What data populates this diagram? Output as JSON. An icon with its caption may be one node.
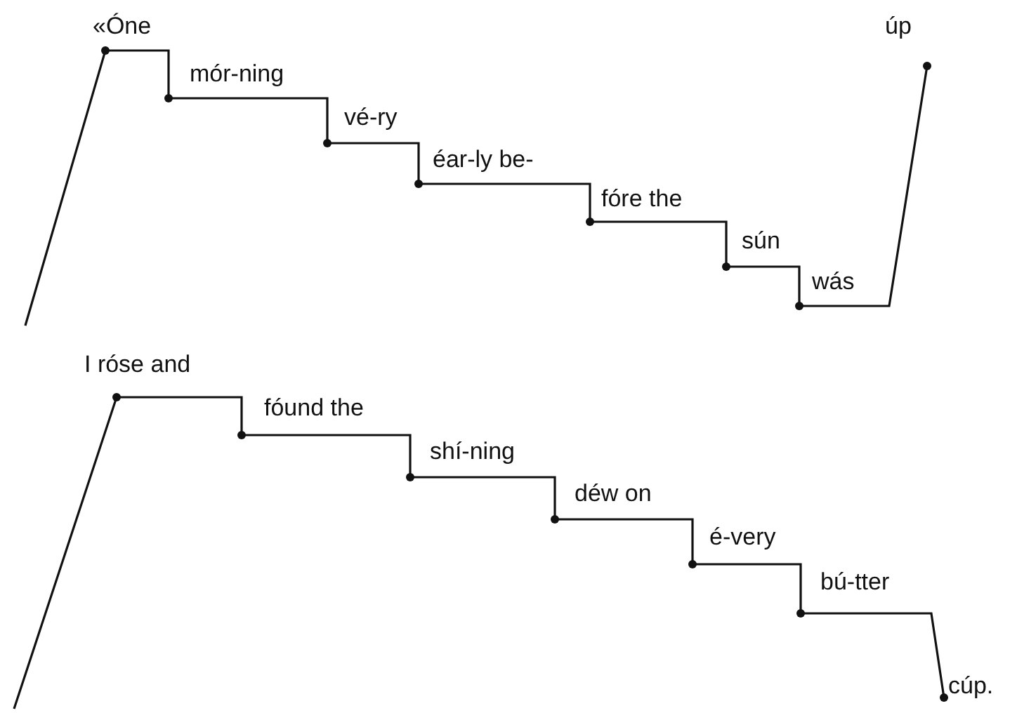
{
  "diagram": {
    "labels": [
      "«Óne",
      "mór-ning",
      "vé-ry",
      "éar-ly be-",
      "fóre the",
      "sún",
      "wás",
      "úp",
      "I róse and",
      "fóund the",
      "shí-ning",
      "déw on",
      "é-very",
      "bú-tter",
      "cúp."
    ]
  }
}
